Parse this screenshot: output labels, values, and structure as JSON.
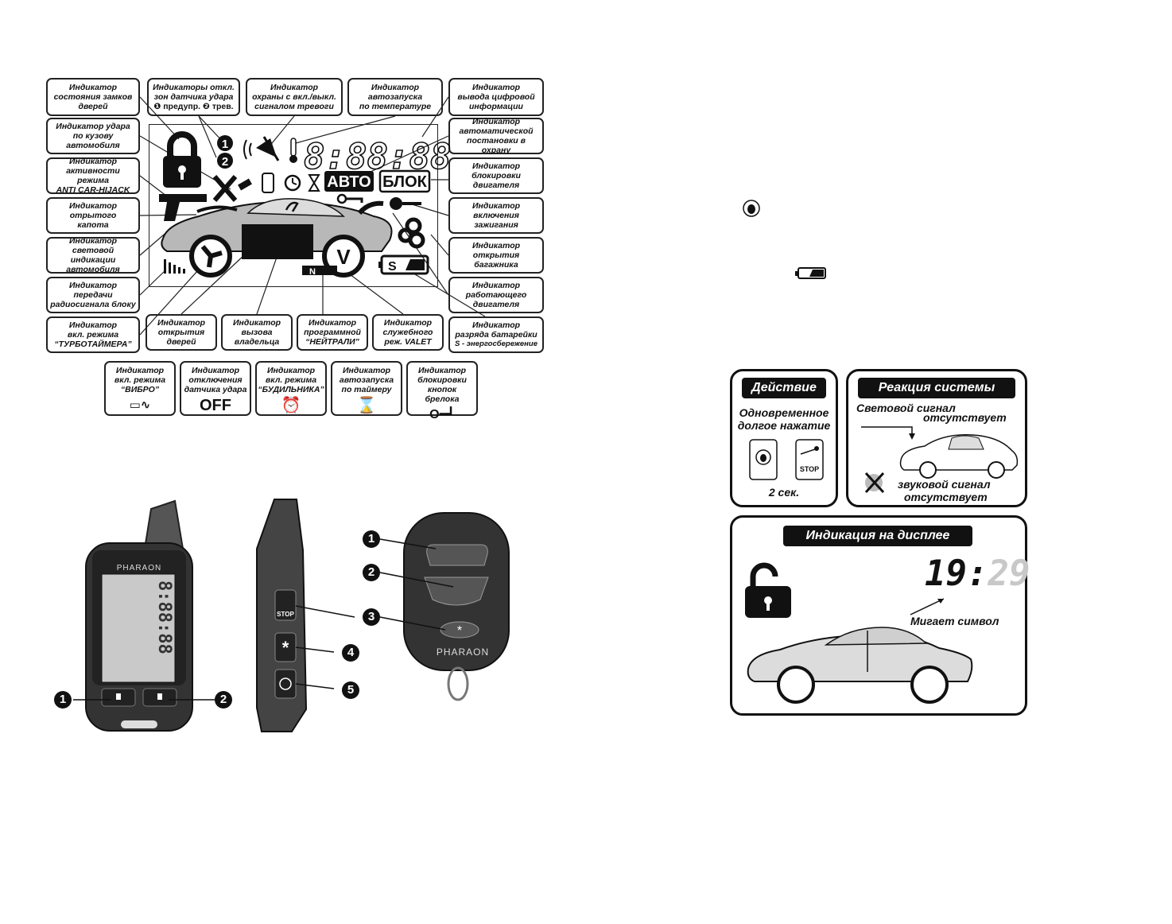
{
  "lcd_labels": {
    "door_locks": "Индикатор\nсостояния замков\nдверей",
    "shock_zones": "Индикаторы откл.\nзон датчика удара",
    "shock_zones_legend": "❶ предупр. ❷ трев.",
    "alarm_guard": "Индикатор\nохраны с вкл./выкл.\nсигналом тревоги",
    "temp_start": "Индикатор\nавтозапуска\nпо температуре",
    "digital_info": "Индикатор\nвывода цифровой\nинформации",
    "body_shock": "Индикатор удара\nпо кузову\nавтомобиля",
    "auto_arm": "Индикатор\nавтоматической\nпостановки в охрану",
    "anti_hijack": "Индикатор\nактивности режима\nANTI CAR-HIJACK",
    "engine_block": "Индикатор\nблокировки\nдвигателя",
    "hood_open": "Индикатор\nотрытого\nкапота",
    "ignition": "Индикатор\nвключения\nзажигания",
    "light_signal": "Индикатор\nсветовой индикации\nавтомобиля",
    "trunk_open": "Индикатор\nоткрытия\nбагажника",
    "radio_tx": "Индикатор\nпередачи\nрадиосигнала блоку",
    "engine_running": "Индикатор\nработающего\nдвигателя",
    "turbo_timer": "Индикатор\nвкл. режима\n“ТУРБОТАЙМЕРА”",
    "doors_open": "Индикатор\nоткрытия\nдверей",
    "owner_call": "Индикатор\nвызова\nвладельца",
    "neutral": "Индикатор\nпрограммной\n“НЕЙТРАЛИ”",
    "valet": "Индикатор\nслужебного\nреж.  VALET",
    "battery": "Индикатор\nразряда батарейки",
    "battery_note": "S - энергосбережение"
  },
  "bottom_labels": [
    {
      "text": "Индикатор\nвкл. режима\n“ВИБРО”",
      "symbol": "▭∿"
    },
    {
      "text": "Индикатор\nотключения\nдатчика удара",
      "symbol": "OFF"
    },
    {
      "text": "Индикатор\nвкл. режима\n“БУДИЛЬНИКА”",
      "symbol": "⏰"
    },
    {
      "text": "Индикатор\nавтозапуска\nпо таймеру",
      "symbol": "⌛"
    },
    {
      "text": "Индикатор\nблокировки\nкнопок брелока",
      "symbol": "O━┛"
    }
  ],
  "lcd": {
    "digits": "8:88:88",
    "auto": "АВТО",
    "block": "БЛОК",
    "valet": "V",
    "neutral": "N",
    "save": "S",
    "zone1": "1",
    "zone2": "2"
  },
  "remotes": {
    "brand": "PHARAON",
    "lcd_brand": "PHARAON",
    "side_stop": "STOP",
    "callouts": [
      "1",
      "2",
      "3",
      "4",
      "5"
    ]
  },
  "action_panel": {
    "title": "Действие",
    "text": "Одновременное\nдолгое нажатие",
    "stop": "STOP",
    "duration": "2 сек."
  },
  "reaction_panel": {
    "title": "Реакция системы",
    "light_line1": "Световой сигнал",
    "light_line2": "отсутствует",
    "sound_line1": "звуковой сигнал",
    "sound_line2": "отсутствует"
  },
  "display_panel": {
    "title": "Индикация на дисплее",
    "time_dark": "19",
    "time_colon": ":",
    "time_light": "29",
    "blink_note": "Мигает символ"
  },
  "colors": {
    "ink": "#111111",
    "gray": "#b8b8b8",
    "light_gray": "#dcdcdc"
  }
}
